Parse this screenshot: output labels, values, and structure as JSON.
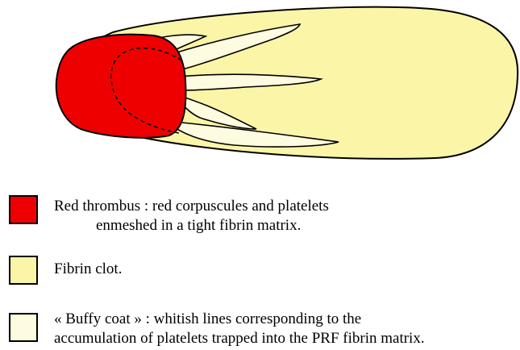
{
  "colors": {
    "red_thrombus": "#ee0000",
    "fibrin_clot": "#fbf5a8",
    "buffy_coat": "#fdfbe0",
    "outline": "#000000"
  },
  "legend": {
    "items": [
      {
        "line1": "Red thrombus : red corpuscules and platelets",
        "line2": "enmeshed in a tight fibrin matrix."
      },
      {
        "line1": "Fibrin clot."
      },
      {
        "line1": "« Buffy coat » : whitish lines corresponding to the",
        "line2": "accumulation of platelets trapped into the PRF fibrin matrix."
      }
    ]
  }
}
